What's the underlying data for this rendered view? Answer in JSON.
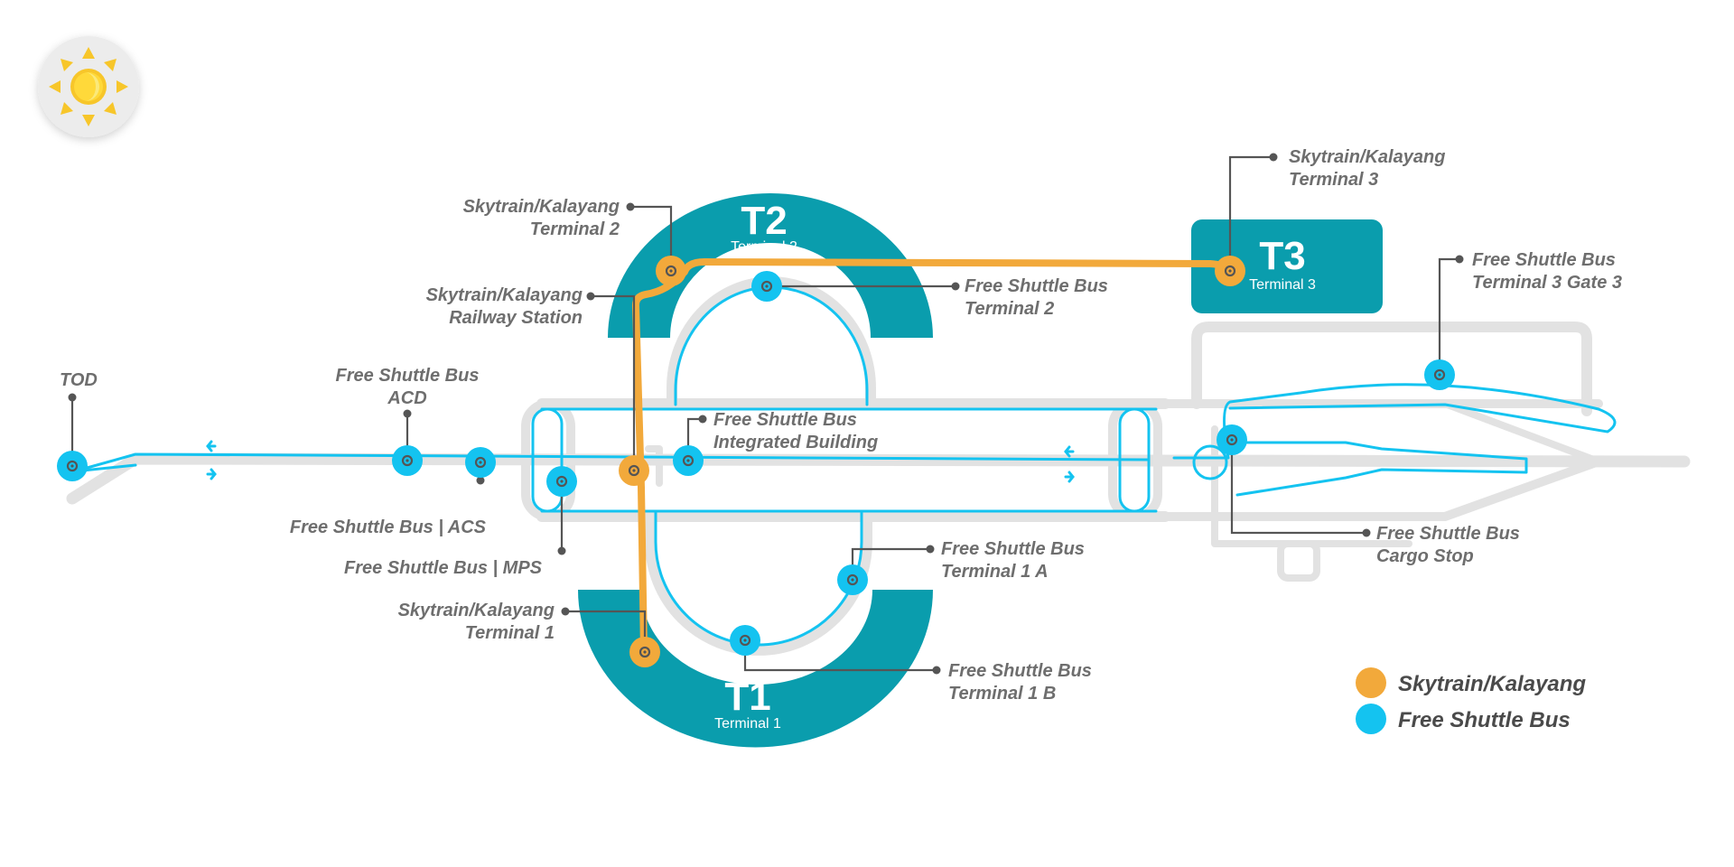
{
  "colors": {
    "skytrain": "#F2A93B",
    "shuttle": "#14C3F0",
    "terminal": "#0A9DAD",
    "road": "#e2e2e2",
    "label": "#6e6e6e"
  },
  "theme_toggle": {
    "icon": "sun-icon"
  },
  "terminals": [
    {
      "id": "t2",
      "code": "T2",
      "name": "Terminal 2"
    },
    {
      "id": "t1",
      "code": "T1",
      "name": "Terminal 1"
    },
    {
      "id": "t3",
      "code": "T3",
      "name": "Terminal 3"
    }
  ],
  "stops": [
    {
      "id": "tod",
      "type": "shuttle",
      "lines": [
        "TOD"
      ]
    },
    {
      "id": "acd",
      "type": "shuttle",
      "lines": [
        "Free Shuttle Bus",
        "ACD"
      ]
    },
    {
      "id": "acs",
      "type": "shuttle",
      "lines": [
        "Free Shuttle Bus | ACS"
      ]
    },
    {
      "id": "mps",
      "type": "shuttle",
      "lines": [
        "Free Shuttle Bus | MPS"
      ]
    },
    {
      "id": "sk-rail",
      "type": "skytrain",
      "lines": [
        "Skytrain/Kalayang",
        "Railway Station"
      ]
    },
    {
      "id": "sk-t2",
      "type": "skytrain",
      "lines": [
        "Skytrain/Kalayang",
        "Terminal 2"
      ]
    },
    {
      "id": "sk-t1",
      "type": "skytrain",
      "lines": [
        "Skytrain/Kalayang",
        "Terminal 1"
      ]
    },
    {
      "id": "sk-t3",
      "type": "skytrain",
      "lines": [
        "Skytrain/Kalayang",
        "Terminal 3"
      ]
    },
    {
      "id": "fs-t2",
      "type": "shuttle",
      "lines": [
        "Free Shuttle Bus",
        "Terminal 2"
      ]
    },
    {
      "id": "fs-ib",
      "type": "shuttle",
      "lines": [
        "Free Shuttle Bus",
        "Integrated Building"
      ]
    },
    {
      "id": "fs-t1a",
      "type": "shuttle",
      "lines": [
        "Free Shuttle Bus",
        "Terminal 1 A"
      ]
    },
    {
      "id": "fs-t1b",
      "type": "shuttle",
      "lines": [
        "Free Shuttle Bus",
        "Terminal 1 B"
      ]
    },
    {
      "id": "fs-t3g3",
      "type": "shuttle",
      "lines": [
        "Free Shuttle Bus",
        "Terminal 3 Gate 3"
      ]
    },
    {
      "id": "fs-cargo",
      "type": "shuttle",
      "lines": [
        "Free Shuttle Bus",
        "Cargo Stop"
      ]
    }
  ],
  "legend": [
    {
      "type": "skytrain",
      "label": "Skytrain/Kalayang"
    },
    {
      "type": "shuttle",
      "label": "Free Shuttle Bus"
    }
  ]
}
